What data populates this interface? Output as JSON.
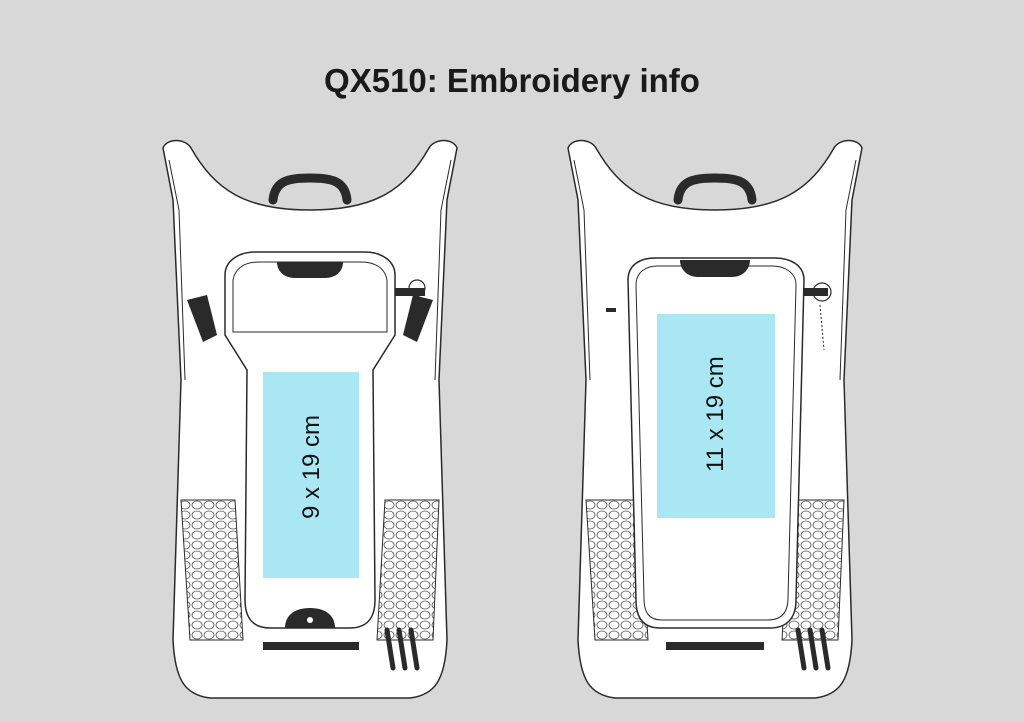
{
  "title": "QX510: Embroidery info",
  "accent": {
    "embroidery_area": "#a9e7f2",
    "outline": "#2a2a2a",
    "bag_fill": "#ffffff",
    "background": "#d8d8d8"
  },
  "bags": [
    {
      "view": "front",
      "area_label": "9 x 19 cm"
    },
    {
      "view": "back",
      "area_label": "11 x 19 cm"
    }
  ]
}
